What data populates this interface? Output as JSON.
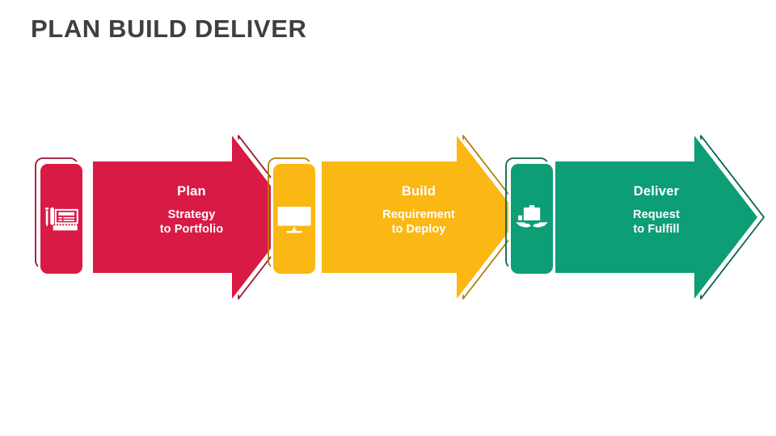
{
  "page": {
    "title": "PLAN BUILD DELIVER",
    "background_color": "#FFFFFF",
    "title_color": "#3F3F3F"
  },
  "process_flow": {
    "name": "plan-build-deliver-process",
    "steps": [
      {
        "id": "plan",
        "heading": "Plan",
        "subtitle_line1": "Strategy",
        "subtitle_line2": "to Portfolio",
        "icon": "pen-ruler-document-icon",
        "fill_color": "#D91A45",
        "outline_color": "#9D1231",
        "text_color": "#FFFFFF"
      },
      {
        "id": "build",
        "heading": "Build",
        "subtitle_line1": "Requirement",
        "subtitle_line2": "to Deploy",
        "icon": "monitor-cube-icon",
        "fill_color": "#FBB713",
        "outline_color": "#B07F06",
        "text_color": "#FFFFFF"
      },
      {
        "id": "deliver",
        "heading": "Deliver",
        "subtitle_line1": "Request",
        "subtitle_line2": "to Fulfill",
        "icon": "hands-package-delivery-icon",
        "fill_color": "#0D9E76",
        "outline_color": "#07664B",
        "text_color": "#FFFFFF"
      }
    ]
  }
}
